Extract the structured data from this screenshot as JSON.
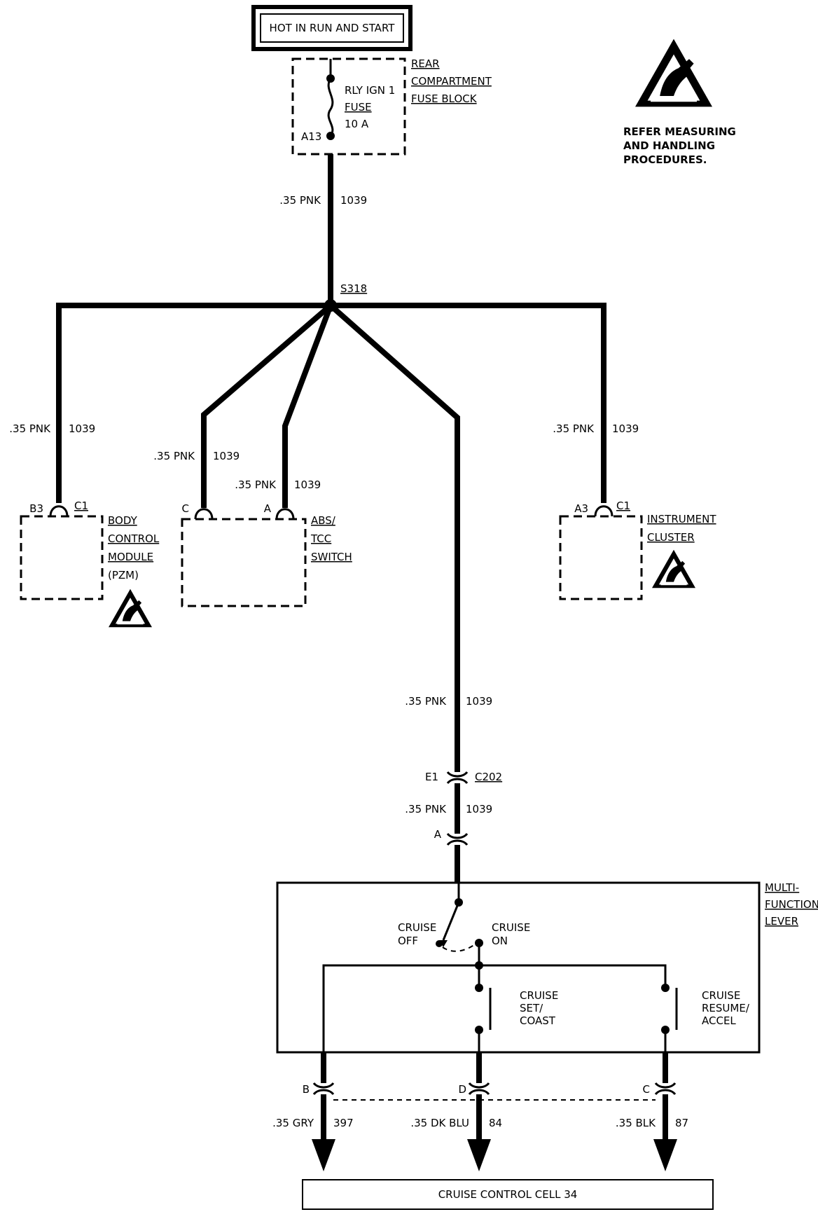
{
  "power": {
    "label": "HOT IN RUN AND START"
  },
  "fuse_block": {
    "name_lines": [
      "REAR",
      "COMPARTMENT",
      "FUSE BLOCK"
    ],
    "fuse_lines": [
      "RLY IGN 1",
      "FUSE",
      "10 A"
    ],
    "terminal": "A13"
  },
  "esd": {
    "note_lines": [
      "REFER MEASURING",
      "AND HANDLING",
      "PROCEDURES."
    ],
    "icon": "esd-hand-warning-icon"
  },
  "splice": {
    "name": "S318"
  },
  "wires": {
    "main": {
      "gauge": ".35 PNK",
      "circuit": "1039"
    },
    "bcm": {
      "gauge": ".35 PNK",
      "circuit": "1039"
    },
    "abs_c": {
      "gauge": ".35 PNK",
      "circuit": "1039"
    },
    "abs_a": {
      "gauge": ".35 PNK",
      "circuit": "1039"
    },
    "cluster": {
      "gauge": ".35 PNK",
      "circuit": "1039"
    },
    "cruise_upper": {
      "gauge": ".35 PNK",
      "circuit": "1039"
    },
    "cruise_lower": {
      "gauge": ".35 PNK",
      "circuit": "1039"
    },
    "out_b": {
      "gauge": ".35 GRY",
      "circuit": "397"
    },
    "out_d": {
      "gauge": ".35 DK BLU",
      "circuit": "84"
    },
    "out_c": {
      "gauge": ".35 BLK",
      "circuit": "87"
    }
  },
  "bcm": {
    "pin": "B3",
    "connector": "C1",
    "name_lines": [
      "BODY",
      "CONTROL",
      "MODULE",
      "(PZM)"
    ]
  },
  "abs": {
    "pin_c": "C",
    "pin_a": "A",
    "name_lines": [
      "ABS/",
      "TCC",
      "SWITCH"
    ]
  },
  "cluster": {
    "pin": "A3",
    "connector": "C1",
    "name_lines": [
      "INSTRUMENT",
      "CLUSTER"
    ]
  },
  "c202": {
    "pin_top": "E1",
    "connector": "C202",
    "pin_bottom": "A"
  },
  "mfl": {
    "name_lines": [
      "MULTI-",
      "FUNCTION",
      "LEVER"
    ],
    "cruise_off": [
      "CRUISE",
      "OFF"
    ],
    "cruise_on": [
      "CRUISE",
      "ON"
    ],
    "set_coast": [
      "CRUISE",
      "SET/",
      "COAST"
    ],
    "resume_accel": [
      "CRUISE",
      "RESUME/",
      "ACCEL"
    ],
    "pin_b": "B",
    "pin_d": "D",
    "pin_c": "C"
  },
  "cell": {
    "label": "CRUISE CONTROL CELL 34"
  }
}
